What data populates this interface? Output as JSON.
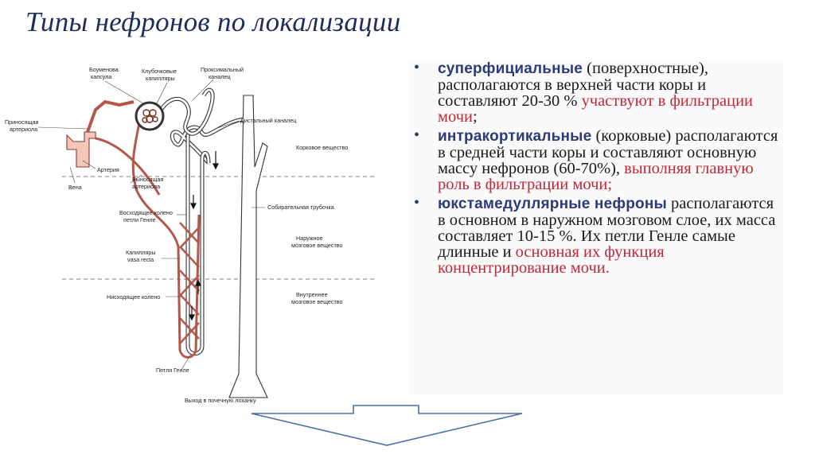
{
  "title": "Типы нефронов по локализации",
  "diagram": {
    "labels": {
      "bowman_capsule": [
        "Боуменова",
        "капсула"
      ],
      "glomerular_capillaries": [
        "Клубочковые",
        "капилляры"
      ],
      "proximal_tubule": [
        "Проксимальный",
        "каналец"
      ],
      "afferent_arteriole": [
        "Приносящая",
        "артериола"
      ],
      "distal_tubule": "Дистальный каналец",
      "cortex": "Корковое вещество",
      "artery": "Артерия",
      "vein": "Вена",
      "efferent_arteriole": [
        "Выносящая",
        "артериола"
      ],
      "collecting_duct": "Собирательная трубочка",
      "ascending_limb": [
        "Восходящее колено",
        "петли Генле"
      ],
      "outer_medulla": [
        "Наружное",
        "мозговое вещество"
      ],
      "vasa_recta": [
        "Капилляры",
        "vasa recta"
      ],
      "descending_limb": "Нисходящее колено",
      "inner_medulla": [
        "Внутреннее",
        "мозговое вещество"
      ],
      "loop_of_henle": "Петля Генле",
      "exit": "Выход в почечную лоханку"
    }
  },
  "items": [
    {
      "term": "суперфициальные",
      "text": " (поверхностные), располагаются в верхней части коры и составляют 20-30 % ",
      "highlight": "участвуют в фильтрации мочи",
      "tail": ";"
    },
    {
      "term": "интракортикальные",
      "text": " (корковые) располагаются в средней части коры и составляют основную массу нефронов (60-70%), ",
      "highlight": "выполняя главную роль в фильтрации мочи;",
      "tail": ""
    },
    {
      "term": "юкстамедуллярные нефроны",
      "text": " располагаются в основном в наружном мозговом слое, их масса составляет 10-15 %. Их петли Генле самые длинные и ",
      "highlight": "основная их функция концентрирование мочи.",
      "tail": ""
    }
  ],
  "colors": {
    "title": "#1f2d5a",
    "term": "#2b3a78",
    "highlight": "#c0283a",
    "arrow": "#4a6fa5",
    "vessel": "#b5564a"
  }
}
